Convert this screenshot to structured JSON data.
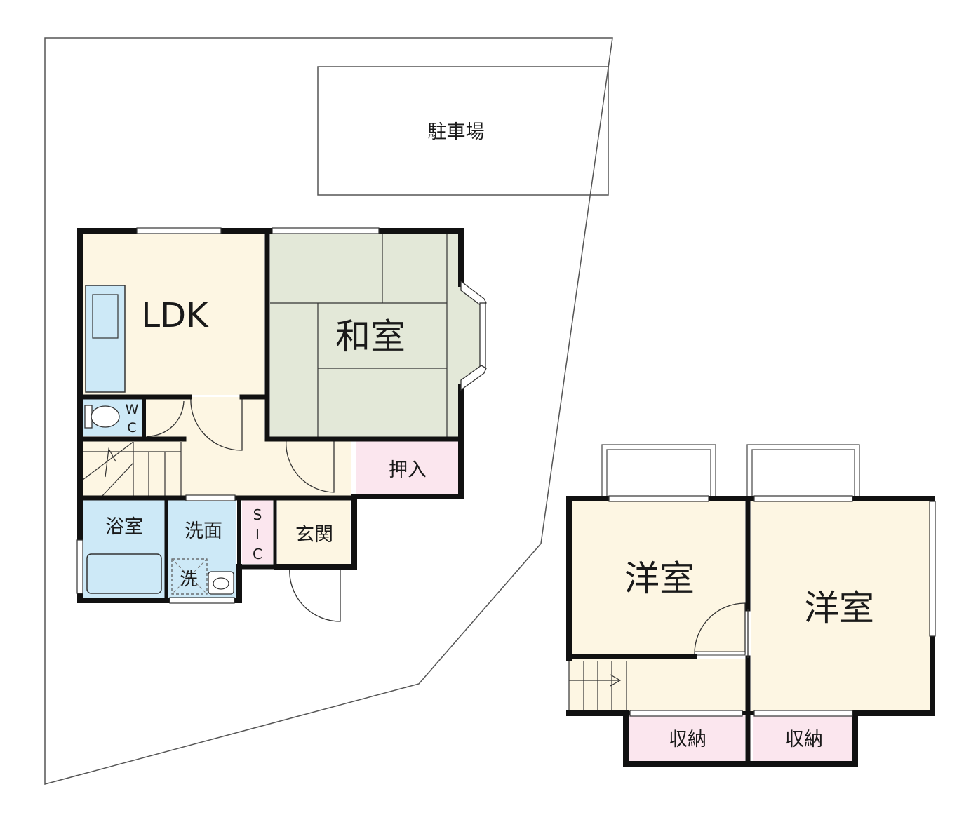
{
  "rooms": {
    "parking": "駐車場",
    "ldk": "LDK",
    "washitsu": "和室",
    "oshiire": "押入",
    "wc_w": "W",
    "wc_c": "C",
    "bath": "浴室",
    "washroom": "洗面",
    "washer": "洗",
    "sic_s": "S",
    "sic_i": "I",
    "sic_c": "C",
    "entrance": "玄関",
    "western_1": "洋室",
    "western_2": "洋室",
    "storage_1": "収納",
    "storage_2": "収納"
  },
  "colors": {
    "living": "#fdf6e3",
    "tatami": "#e3e8d8",
    "water": "#cde9f7",
    "storage": "#fbe6ee",
    "wall": "#111111"
  }
}
